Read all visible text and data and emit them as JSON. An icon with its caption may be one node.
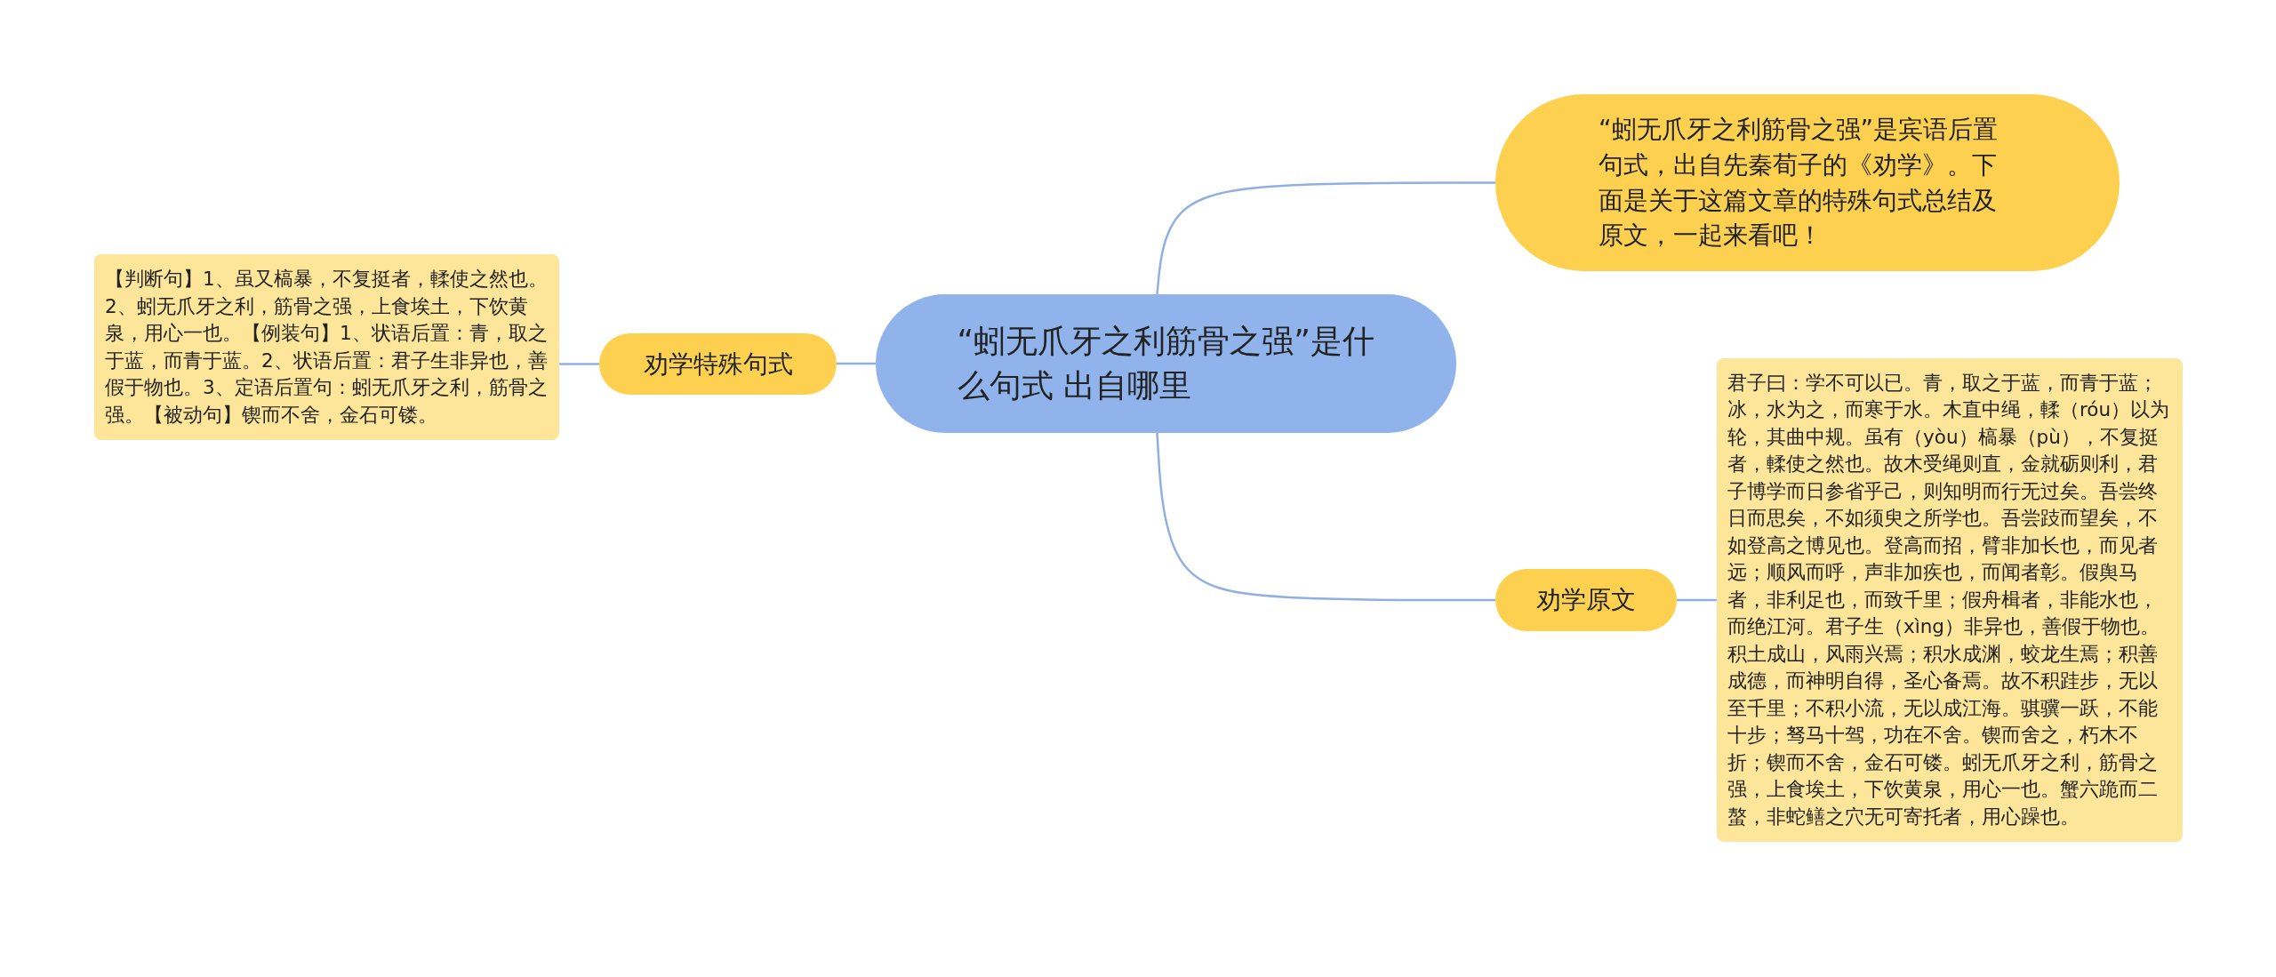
{
  "diagram": {
    "nodes": [
      {
        "text": [
          "“蚓无爪牙之利筋骨之强”是什么句式 出自哪里"
        ]
      },
      {
        "text": [
          "“蚓无爪牙之利筋骨之强”是宾语后置句式，出自先秦荀子的《劝学》。下面是关于这篇文章的特殊句式总结及原文，一起来看吧！"
        ]
      },
      {
        "text": [
          "劝学特殊句式"
        ]
      },
      {
        "text": [
          "【判断句】1、虽又槁暴，不复挺者，輮使之然也。2、蚓无爪牙之利，筋骨之强，上食埃土，下饮黄泉，用心一也。【例装句】1、状语后置：青，取之于蓝，而青于蓝。2、状语后置：君子生非异也，善假于物也。3、定语后置句：蚓无爪牙之利，筋骨之强。【被动句】锲而不舍，金石可镂。"
        ]
      },
      {
        "text": [
          "劝学原文"
        ]
      },
      {
        "text": [
          "君子曰：学不可以已。青，取之于蓝，而青于蓝；冰，水为之，而寒于水。木直中绳，輮（róu）以为轮，其曲中规。虽有（yòu）槁暴（pù），不复挺者，輮使之然也。故木受绳则直，金就砺则利，君子博学而日参省乎己，则知明而行无过矣。吾尝终日而思矣，不如须臾之所学也。吾尝跂而望矣，不如登高之博见也。登高而招，臂非加长也，而见者远；顺风而呼，声非加疾也，而闻者彰。假舆马者，非利足也，而致千里；假舟楫者，非能水也，而绝江河。君子生（xìng）非异也，善假于物也。积土成山，风雨兴焉；积水成渊，蛟龙生焉；积善成德，而神明自得，圣心备焉。故不积跬步，无以至千里；不积小流，无以成江海。骐骥一跃，不能十步；驽马十驾，功在不舍。锲而舍之，朽木不折；锲而不舍，金石可镂。蚓无爪牙之利，筋骨之强，上食埃土，下饮黄泉，用心一也。蟹六跪而二螯，非蛇鳝之穴无可寄托者，用心躁也。"
        ]
      }
    ],
    "edges": [
      {
        "from": 0,
        "to": 1,
        "arrow": "none"
      },
      {
        "from": 0,
        "to": 2,
        "arrow": "none"
      },
      {
        "from": 2,
        "to": 3,
        "arrow": "none"
      },
      {
        "from": 0,
        "to": 4,
        "arrow": "none"
      },
      {
        "from": 4,
        "to": 5,
        "arrow": "none"
      }
    ]
  }
}
